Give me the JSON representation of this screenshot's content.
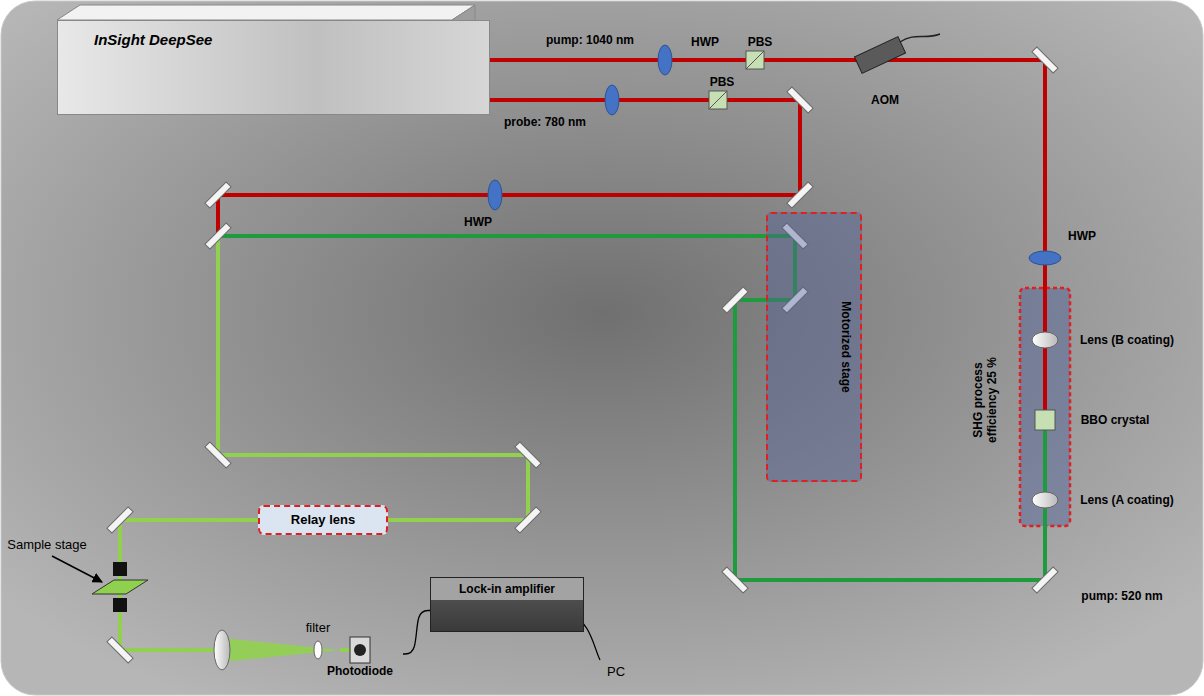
{
  "diagram": {
    "nodes": [
      {
        "text": [
          "InSight DeepSee"
        ]
      },
      {
        "text": [
          "Motorized stage"
        ]
      },
      {
        "text": [
          "Relay lens"
        ]
      },
      {
        "text": [
          "Photodiode"
        ]
      },
      {
        "text": [
          "Lock-in amplifier"
        ]
      }
    ],
    "edges": [
      {
        "from": 3,
        "to": 4,
        "arrow": "none"
      }
    ],
    "labels": [
      "pump: 1040 nm",
      "HWP",
      "PBS",
      "PBS",
      "AOM",
      "probe: 780 nm",
      "HWP",
      "HWP",
      "Lens (B coating)",
      "SHG process efficiency 25 %",
      "BBO crystal",
      "Lens (A coating)",
      "pump: 520 nm",
      "Sample stage",
      "filter",
      "PC"
    ]
  }
}
